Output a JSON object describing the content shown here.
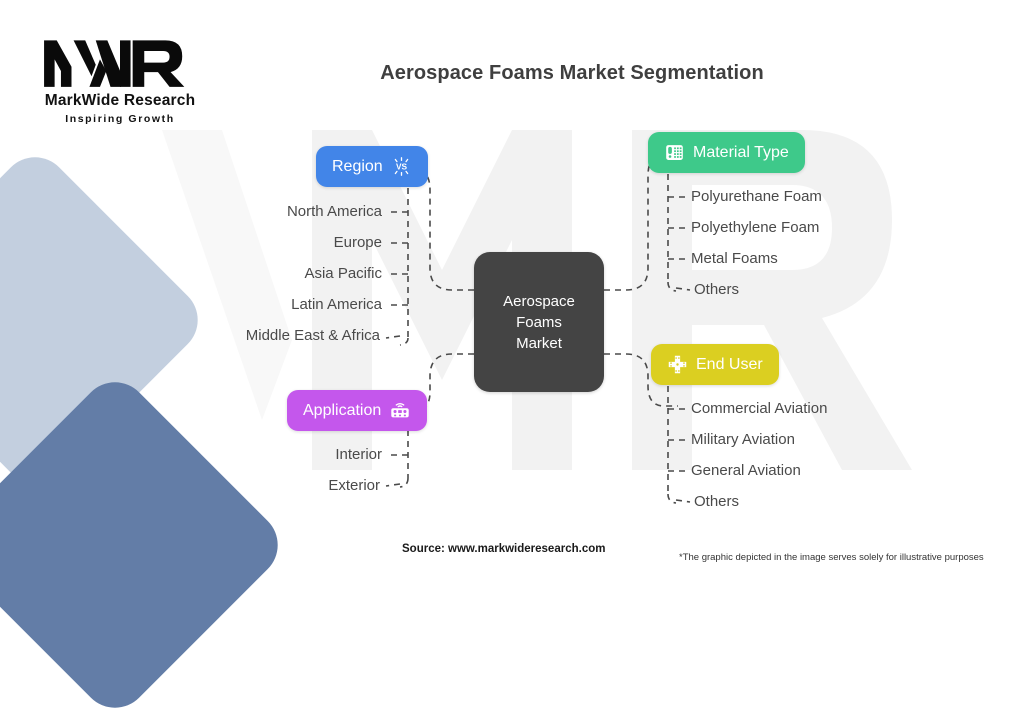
{
  "brand": {
    "logo_mark": "mwr-monogram-logo",
    "name": "MarkWide Research",
    "tagline": "Inspiring Growth"
  },
  "title": "Aerospace Foams Market Segmentation",
  "center_node": {
    "line1": "Aerospace",
    "line2": "Foams",
    "line3": "Market"
  },
  "branches": {
    "region": {
      "label": "Region",
      "color": "#4285e8",
      "icon": "versus-burst-icon",
      "items": [
        "North America",
        "Europe",
        "Asia Pacific",
        "Latin America",
        "Middle East & Africa"
      ]
    },
    "material_type": {
      "label": "Material Type",
      "color": "#3ec98a",
      "icon": "telephone-icon",
      "items": [
        "Polyurethane Foam",
        "Polyethylene Foam",
        "Metal Foams",
        "Others"
      ]
    },
    "application": {
      "label": "Application",
      "color": "#c457ec",
      "icon": "remote-control-icon",
      "items": [
        "Interior",
        "Exterior"
      ]
    },
    "end_user": {
      "label": "End User",
      "color": "#dbcf21",
      "icon": "cross-puzzle-icon",
      "items": [
        "Commercial Aviation",
        "Military Aviation",
        "General Aviation",
        "Others"
      ]
    }
  },
  "footer": {
    "source": "Source: www.markwideresearch.com",
    "disclaimer": "*The graphic depicted in the image serves solely for illustrative purposes"
  },
  "decor": {
    "watermark_text": "MWR",
    "square_light_color": "#c3cfdf",
    "square_dark_color": "#637da7"
  }
}
